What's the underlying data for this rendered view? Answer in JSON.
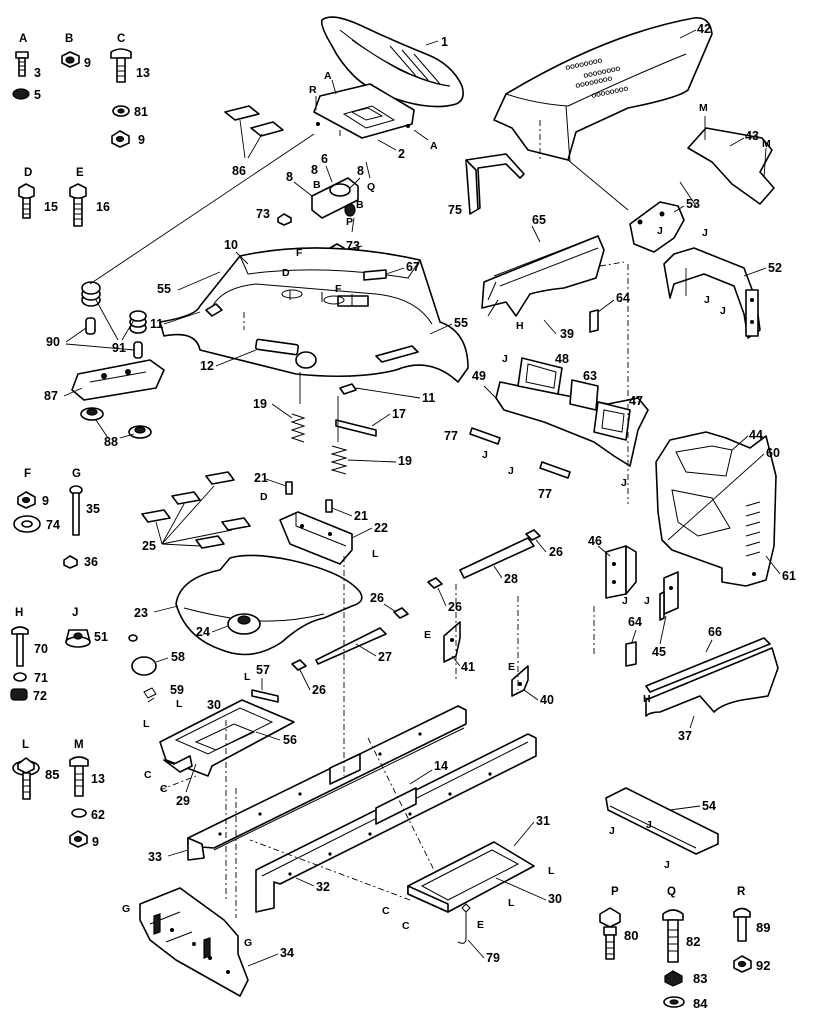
{
  "hardware": {
    "A": {
      "header": "A",
      "parts": [
        "3",
        "5"
      ]
    },
    "B": {
      "header": "B",
      "parts": [
        "9"
      ]
    },
    "C": {
      "header": "C",
      "parts": [
        "13",
        "81",
        "9"
      ]
    },
    "D": {
      "header": "D",
      "parts": [
        "15"
      ]
    },
    "E": {
      "header": "E",
      "parts": [
        "16"
      ]
    },
    "F": {
      "header": "F",
      "parts": [
        "9",
        "74"
      ]
    },
    "G": {
      "header": "G",
      "parts": [
        "35",
        "36"
      ]
    },
    "H": {
      "header": "H",
      "parts": [
        "70",
        "71",
        "72"
      ]
    },
    "J": {
      "header": "J",
      "parts": [
        "51"
      ]
    },
    "L": {
      "header": "L",
      "parts": [
        "85"
      ]
    },
    "M": {
      "header": "M",
      "parts": [
        "13",
        "62",
        "9"
      ]
    },
    "P": {
      "header": "P",
      "parts": [
        "80"
      ]
    },
    "Q": {
      "header": "Q",
      "parts": [
        "82",
        "83",
        "84"
      ]
    },
    "R": {
      "header": "R",
      "parts": [
        "89",
        "92"
      ]
    }
  },
  "callouts": {
    "seat": "1",
    "seat_pan": "2",
    "decal_86": "86",
    "rear_fender_10": "10",
    "cover_55a": "55",
    "cover_55b": "55",
    "step_11a": "11",
    "step_11b": "11",
    "panel_12": "12",
    "nut_73a": "73",
    "nut_73b": "73",
    "plate_67": "67",
    "switch_6": "6",
    "spring_8a": "8",
    "spring_8b": "8",
    "spring_8c": "8",
    "bumper_90": "90",
    "bumper_91": "91",
    "bracket_87": "87",
    "washer_88": "88",
    "spring_19a": "19",
    "spring_19b": "19",
    "bar_17": "17",
    "hood_42": "42",
    "dash_43": "43",
    "bracket_53": "53",
    "rod_52": "52",
    "handle_75": "75",
    "grille_65": "65",
    "shroud_39": "39",
    "pad_64a": "64",
    "insert_48": "48",
    "insert_63": "63",
    "insert_47": "47",
    "clip_49": "49",
    "strip_77a": "77",
    "strip_77b": "77",
    "panel_44": "44",
    "panel_60": "60",
    "panel_61": "61",
    "bracket_46": "46",
    "bracket_45": "45",
    "pad_64b": "64",
    "trim_66": "66",
    "skirt_37": "37",
    "rail_54": "54",
    "screw_21a": "21",
    "screw_21b": "21",
    "bracket_22": "22",
    "pads_25": "25",
    "tank_23": "23",
    "cap_24": "24",
    "tube_28": "28",
    "clip_26a": "26",
    "clip_26b": "26",
    "clip_26c": "26",
    "clip_26d": "26",
    "hose_27": "27",
    "grommet_58": "58",
    "bracket_41": "41",
    "bracket_40": "40",
    "clip_59": "59",
    "bar_57": "57",
    "footrest_30a": "30",
    "mat_56": "56",
    "rail_29": "29",
    "frame_14": "14",
    "side_33": "33",
    "side_32": "32",
    "footrest_31": "31",
    "footrest_30b": "30",
    "hitch_34": "34",
    "pin_79": "79"
  },
  "letters": {
    "R_seat": "R",
    "A_seat": "A",
    "A_seat2": "A",
    "Q_seat": "Q",
    "B_sw": "B",
    "B_sw2": "B",
    "P_sw": "P",
    "F_1": "F",
    "D_1": "D",
    "F_2": "F",
    "M_1": "M",
    "M_2": "M",
    "J_1": "J",
    "J_2": "J",
    "J_3": "J",
    "J_4": "J",
    "H_1": "H",
    "J_5": "J",
    "J_6": "J",
    "J_7": "J",
    "J_8": "J",
    "J_9": "J",
    "J_10": "J",
    "H_2": "H",
    "J_11": "J",
    "J_12": "J",
    "J_13": "J",
    "D_2": "D",
    "L_1": "L",
    "E_1": "E",
    "E_2": "E",
    "L_2": "L",
    "L_3": "L",
    "L_4": "L",
    "C_1": "C",
    "C_2": "C",
    "L_5": "L",
    "L_6": "L",
    "C_3": "C",
    "C_4": "C",
    "E_3": "E",
    "G_1": "G",
    "G_2": "G"
  },
  "hood_text": [
    "OOOOOOOO",
    "OOOOOOOO",
    "OOOOOOOO",
    "OOOOOOOO"
  ]
}
